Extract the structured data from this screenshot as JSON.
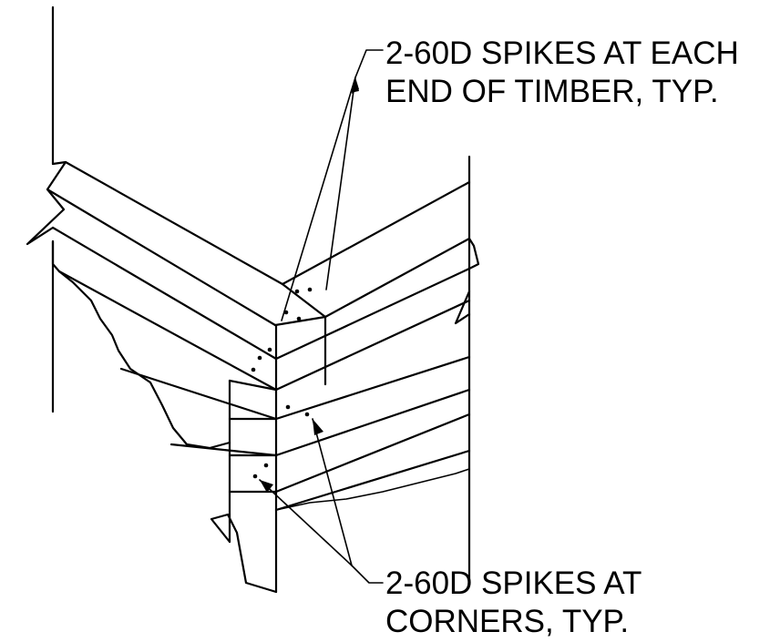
{
  "notes": {
    "end_spikes": {
      "line1": "2-60D SPIKES AT EACH",
      "line2": "END OF TIMBER, TYP."
    },
    "corner_spikes": {
      "line1": "2-60D SPIKES AT",
      "line2": "CORNERS, TYP."
    }
  }
}
